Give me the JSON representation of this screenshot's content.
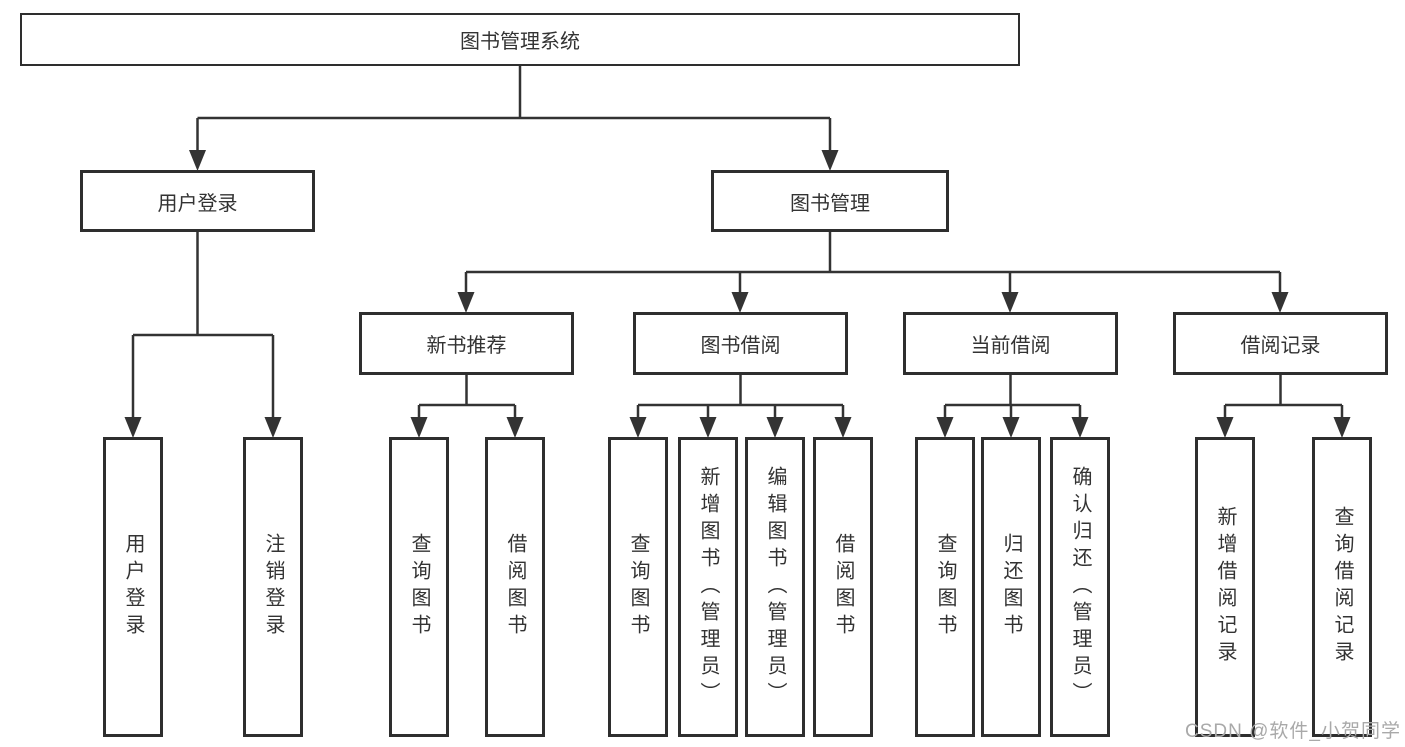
{
  "diagram": {
    "root": {
      "label": "图书管理系统"
    },
    "level2": [
      "用户登录",
      "图书管理"
    ],
    "level3": [
      "新书推荐",
      "图书借阅",
      "当前借阅",
      "借阅记录"
    ],
    "leaves": {
      "user_login": [
        "用户登录",
        "注销登录"
      ],
      "new_book_recommend": [
        "查询图书",
        "借阅图书"
      ],
      "book_borrow": [
        "查询图书",
        "新增图书（管理员）",
        "编辑图书（管理员）",
        "借阅图书"
      ],
      "current_borrow": [
        "查询图书",
        "归还图书",
        "确认归还（管理员）"
      ],
      "borrow_records": [
        "新增借阅记录",
        "查询借阅记录"
      ]
    }
  },
  "watermark": "CSDN @软件_小贺同学",
  "colors": {
    "line": "#333333",
    "box_border": "#2e2e2e",
    "text": "#333333",
    "watermark": "#a9a9a9",
    "background": "#ffffff"
  }
}
